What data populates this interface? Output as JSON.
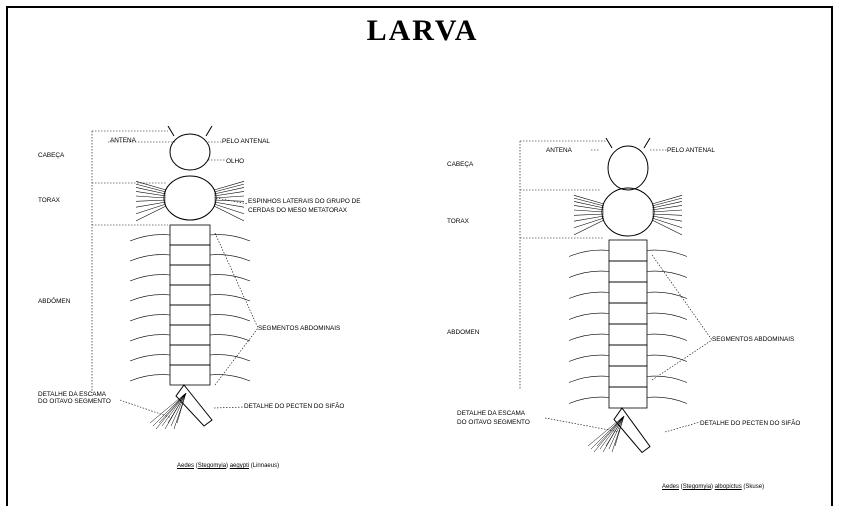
{
  "title": "LARVA",
  "left_figure": {
    "labels": {
      "antena": "ANTENA",
      "pelo_antenal": "PELO ANTENAL",
      "cabeca": "CABEÇA",
      "olho": "OLHO",
      "torax": "TORAX",
      "espinhos_1": "ESPINHOS LATERAIS DO GRUPO DE",
      "espinhos_2": "CERDAS DO MESO METATORAX",
      "abdomen": "ABDÔMEN",
      "segmentos": "SEGMENTOS ABDOMINAIS",
      "escama_1": "DETALHE DA ESCAMA",
      "escama_2": "DO OITAVO SEGMENTO",
      "pecten": "DETALHE DO PECTEN DO SIFÃO"
    },
    "caption": {
      "genus": "Aedes",
      "subgenus": "Stegomyia",
      "species": "aegypti",
      "author": "(Linnaeus)"
    }
  },
  "right_figure": {
    "labels": {
      "antena": "ANTENA",
      "pelo_antenal": "PELO ANTENAL",
      "cabeca": "CABEÇA",
      "torax": "TORAX",
      "abdomen": "ABDOMEN",
      "segmentos": "SEGMENTOS ABDOMINAIS",
      "escama_1": "DETALHE DA ESCAMA",
      "escama_2": "DO OITAVO SEGMENTO",
      "pecten": "DETALHE DO PECTEN DO SIFÃO"
    },
    "caption": {
      "genus": "Aedes",
      "subgenus": "Stegomyia",
      "species": "albopictus",
      "author": "(Skuse)"
    }
  }
}
